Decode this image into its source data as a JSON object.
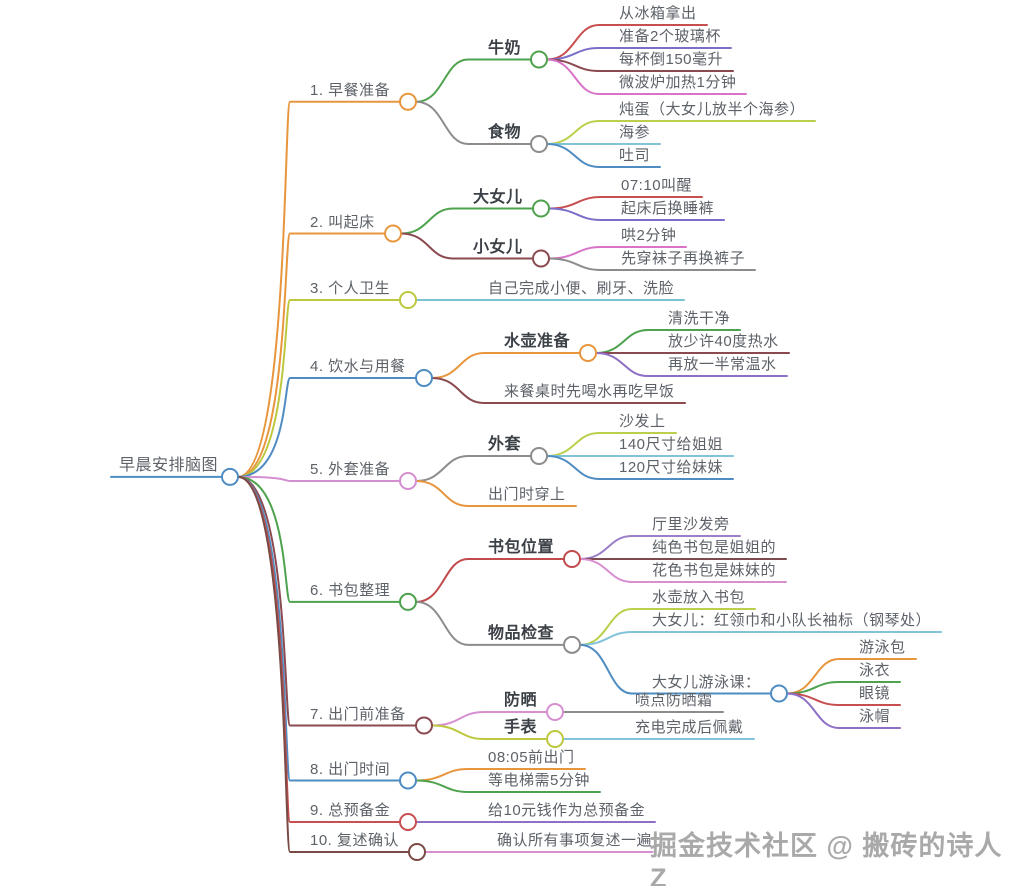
{
  "watermark": "掘金技术社区 @ 搬砖的诗人Z",
  "mindmap": {
    "label": "早晨安排脑图",
    "color": "#4e8cc2",
    "children": [
      {
        "label": "1. 早餐准备",
        "color": "#e8963e",
        "children": [
          {
            "label": "牛奶",
            "bold": true,
            "color": "#4ea24e",
            "children": [
              {
                "label": "从冰箱拿出",
                "color": "#c84f4f"
              },
              {
                "label": "准备2个玻璃杯",
                "color": "#7a6fc8"
              },
              {
                "label": "每杯倒150毫升",
                "color": "#8a4a50"
              },
              {
                "label": "微波炉加热1分钟",
                "color": "#d873c8"
              }
            ]
          },
          {
            "label": "食物",
            "bold": true,
            "color": "#8c8c8c",
            "children": [
              {
                "label": "炖蛋（大女儿放半个海参）",
                "color": "#bccf4a"
              },
              {
                "label": "海参",
                "color": "#82c3da"
              },
              {
                "label": "吐司",
                "color": "#4e8cc2"
              }
            ]
          }
        ]
      },
      {
        "label": "2. 叫起床",
        "color": "#e8963e",
        "children": [
          {
            "label": "大女儿",
            "bold": true,
            "color": "#4ea24e",
            "children": [
              {
                "label": "07:10叫醒",
                "color": "#c84f4f"
              },
              {
                "label": "起床后换睡裤",
                "color": "#7a6fc8"
              }
            ]
          },
          {
            "label": "小女儿",
            "bold": true,
            "color": "#8a4a50",
            "children": [
              {
                "label": "哄2分钟",
                "color": "#d873c8"
              },
              {
                "label": "先穿袜子再换裤子",
                "color": "#8c8c8c"
              }
            ]
          }
        ]
      },
      {
        "label": "3. 个人卫生",
        "color": "#bdc83e",
        "children": [
          {
            "label": "自己完成小便、刷牙、洗脸",
            "color": "#79c3d3"
          }
        ]
      },
      {
        "label": "4. 饮水与用餐",
        "color": "#4e8cc2",
        "children": [
          {
            "label": "水壶准备",
            "bold": true,
            "color": "#e8963e",
            "children": [
              {
                "label": "清洗干净",
                "color": "#4ea24e"
              },
              {
                "label": "放少许40度热水",
                "color": "#8a4a50"
              },
              {
                "label": "再放一半常温水",
                "color": "#8d6fc5"
              }
            ]
          },
          {
            "label": "来餐桌时先喝水再吃早饭",
            "color": "#8a4a50"
          }
        ]
      },
      {
        "label": "5. 外套准备",
        "color": "#d48fd0",
        "children": [
          {
            "label": "外套",
            "bold": true,
            "color": "#8c8c8c",
            "children": [
              {
                "label": "沙发上",
                "color": "#bccf4a"
              },
              {
                "label": "140尺寸给姐姐",
                "color": "#82c3da"
              },
              {
                "label": "120尺寸给妹妹",
                "color": "#4e8cc2"
              }
            ]
          },
          {
            "label": "出门时穿上",
            "color": "#e8963e"
          }
        ]
      },
      {
        "label": "6. 书包整理",
        "color": "#4ea24e",
        "children": [
          {
            "label": "书包位置",
            "bold": true,
            "color": "#c04a4c",
            "children": [
              {
                "label": "厅里沙发旁",
                "color": "#9b7fc8"
              },
              {
                "label": "纯色书包是姐姐的",
                "color": "#7d4a50"
              },
              {
                "label": "花色书包是妹妹的",
                "color": "#d88fd0"
              }
            ]
          },
          {
            "label": "物品检查",
            "bold": true,
            "color": "#8c8c8c",
            "children": [
              {
                "label": "水壶放入书包",
                "color": "#bccf4a"
              },
              {
                "label": "大女儿：红领巾和小队长袖标（钢琴处）",
                "color": "#82c3da"
              },
              {
                "label": "大女儿游泳课：",
                "color": "#4e8cc2",
                "children": [
                  {
                    "label": "游泳包",
                    "color": "#e8963e"
                  },
                  {
                    "label": "泳衣",
                    "color": "#4ea24e"
                  },
                  {
                    "label": "眼镜",
                    "color": "#c84f4f"
                  },
                  {
                    "label": "泳帽",
                    "color": "#8d6fc5"
                  }
                ]
              }
            ]
          }
        ]
      },
      {
        "label": "7. 出门前准备",
        "color": "#8a4a50",
        "children": [
          {
            "label": "防晒",
            "bold": true,
            "color": "#d88fd0",
            "children": [
              {
                "label": "喷点防晒霜",
                "color": "#8c8c8c"
              }
            ]
          },
          {
            "label": "手表",
            "bold": true,
            "color": "#bdc83e",
            "children": [
              {
                "label": "充电完成后佩戴",
                "color": "#82c3da"
              }
            ]
          }
        ]
      },
      {
        "label": "8. 出门时间",
        "color": "#4e8cc2",
        "children": [
          {
            "label": "08:05前出门",
            "color": "#e8963e"
          },
          {
            "label": "等电梯需5分钟",
            "color": "#4ea24e"
          }
        ]
      },
      {
        "label": "9. 总预备金",
        "color": "#c84f4f",
        "children": [
          {
            "label": "给10元钱作为总预备金",
            "color": "#8d6fc5"
          }
        ]
      },
      {
        "label": "10. 复述确认",
        "color": "#7b4a45",
        "children": [
          {
            "label": "确认所有事项复述一遍",
            "color": "#d88fd0"
          }
        ]
      }
    ]
  }
}
